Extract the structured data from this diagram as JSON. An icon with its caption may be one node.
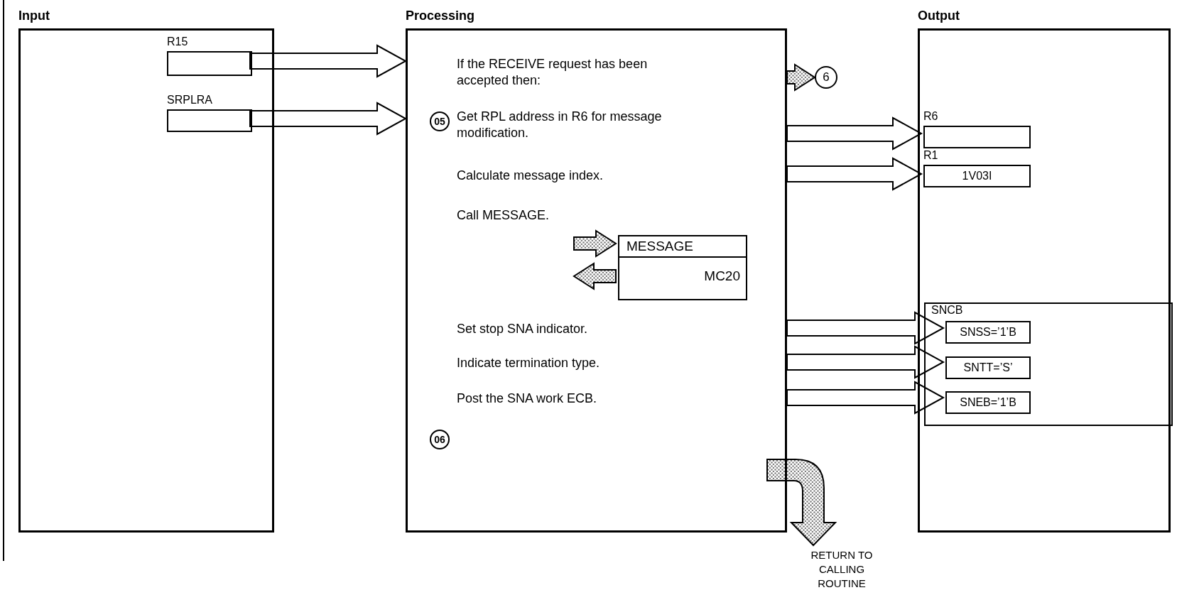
{
  "diagram": {
    "nodes": [
      {
        "text": [
          "Input"
        ]
      },
      {
        "text": [
          "R15"
        ],
        "in": 0
      },
      {
        "text": [
          "SRPLRA"
        ],
        "in": 0
      },
      {
        "text": [
          "Processing"
        ]
      },
      {
        "text": [
          "If the RECEIVE request has been accepted then:"
        ],
        "in": 3
      },
      {
        "text": [
          "05"
        ],
        "in": 3
      },
      {
        "text": [
          "Get RPL address in R6 for message modification."
        ],
        "in": 3
      },
      {
        "text": [
          "Calculate message index."
        ],
        "in": 3
      },
      {
        "text": [
          "Call MESSAGE."
        ],
        "in": 3
      },
      {
        "text": [
          "MESSAGE",
          "MC20"
        ],
        "in": 3
      },
      {
        "text": [
          "Set stop SNA indicator."
        ],
        "in": 3
      },
      {
        "text": [
          "Indicate termination type."
        ],
        "in": 3
      },
      {
        "text": [
          "Post the SNA work ECB."
        ],
        "in": 3
      },
      {
        "text": [
          "06"
        ],
        "in": 3
      },
      {
        "text": [
          "6"
        ]
      },
      {
        "text": [
          "RETURN TO CALLING ROUTINE"
        ]
      },
      {
        "text": [
          "Output"
        ]
      },
      {
        "text": [
          "R6"
        ],
        "in": 16
      },
      {
        "text": [
          "R1",
          "1V03I"
        ],
        "in": 16
      },
      {
        "text": [
          "SNCB"
        ],
        "in": 16
      },
      {
        "text": [
          "SNSS=’1’B"
        ],
        "in": 19
      },
      {
        "text": [
          "SNTT=’S’"
        ],
        "in": 19
      },
      {
        "text": [
          "SNEB=’1’B"
        ],
        "in": 19
      }
    ],
    "edges": [
      {
        "from": 1,
        "to": 3,
        "arrow": "to"
      },
      {
        "from": 2,
        "to": 3,
        "arrow": "to"
      },
      {
        "from": 3,
        "to": 14,
        "arrow": "to",
        "color": "#808080"
      },
      {
        "from": 3,
        "to": 17,
        "arrow": "to"
      },
      {
        "from": 3,
        "to": 18,
        "arrow": "to"
      },
      {
        "from": null,
        "to": 9,
        "arrow": "to",
        "color": "#808080"
      },
      {
        "from": 9,
        "to": null,
        "arrow": "to",
        "color": "#808080"
      },
      {
        "from": 3,
        "to": 20,
        "arrow": "to"
      },
      {
        "from": 3,
        "to": 21,
        "arrow": "to"
      },
      {
        "from": 3,
        "to": 22,
        "arrow": "to"
      },
      {
        "from": 3,
        "to": 15,
        "arrow": "to",
        "color": "#808080"
      }
    ]
  }
}
